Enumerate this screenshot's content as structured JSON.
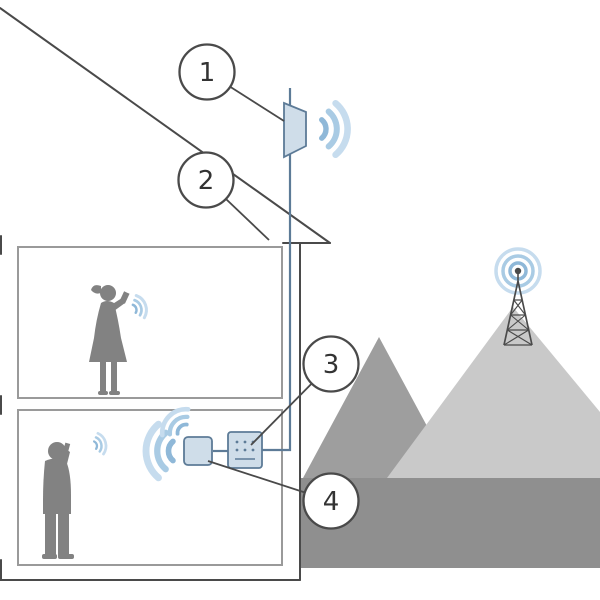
{
  "diagram": {
    "callouts": [
      {
        "label": "1"
      },
      {
        "label": "2"
      },
      {
        "label": "3"
      },
      {
        "label": "4"
      }
    ]
  },
  "icons": {
    "external_antenna": "panel-antenna-icon",
    "cell_tower": "cell-tower-icon",
    "signal_waves": "wifi-waves-icon",
    "booster": "booster-box-icon",
    "indoor_antenna": "indoor-antenna-box-icon",
    "woman_on_phone": "woman-silhouette-icon",
    "man_on_phone": "man-silhouette-icon"
  },
  "colors": {
    "line": "#4a4a4a",
    "room-border": "#9a9a9a",
    "sig1": "#8fb8d8",
    "sig2": "#a9cbe4",
    "sig3": "#c6dcee",
    "device-fill": "#cfdde9",
    "device-stroke": "#5d7b97",
    "cable": "#5d7b97",
    "silhouette": "#828282",
    "mountain-dark": "#9e9e9e",
    "mountain-light": "#c9c9c9",
    "ridge": "#8f8f8f",
    "number": "#333333",
    "bg": "#ffffff"
  }
}
